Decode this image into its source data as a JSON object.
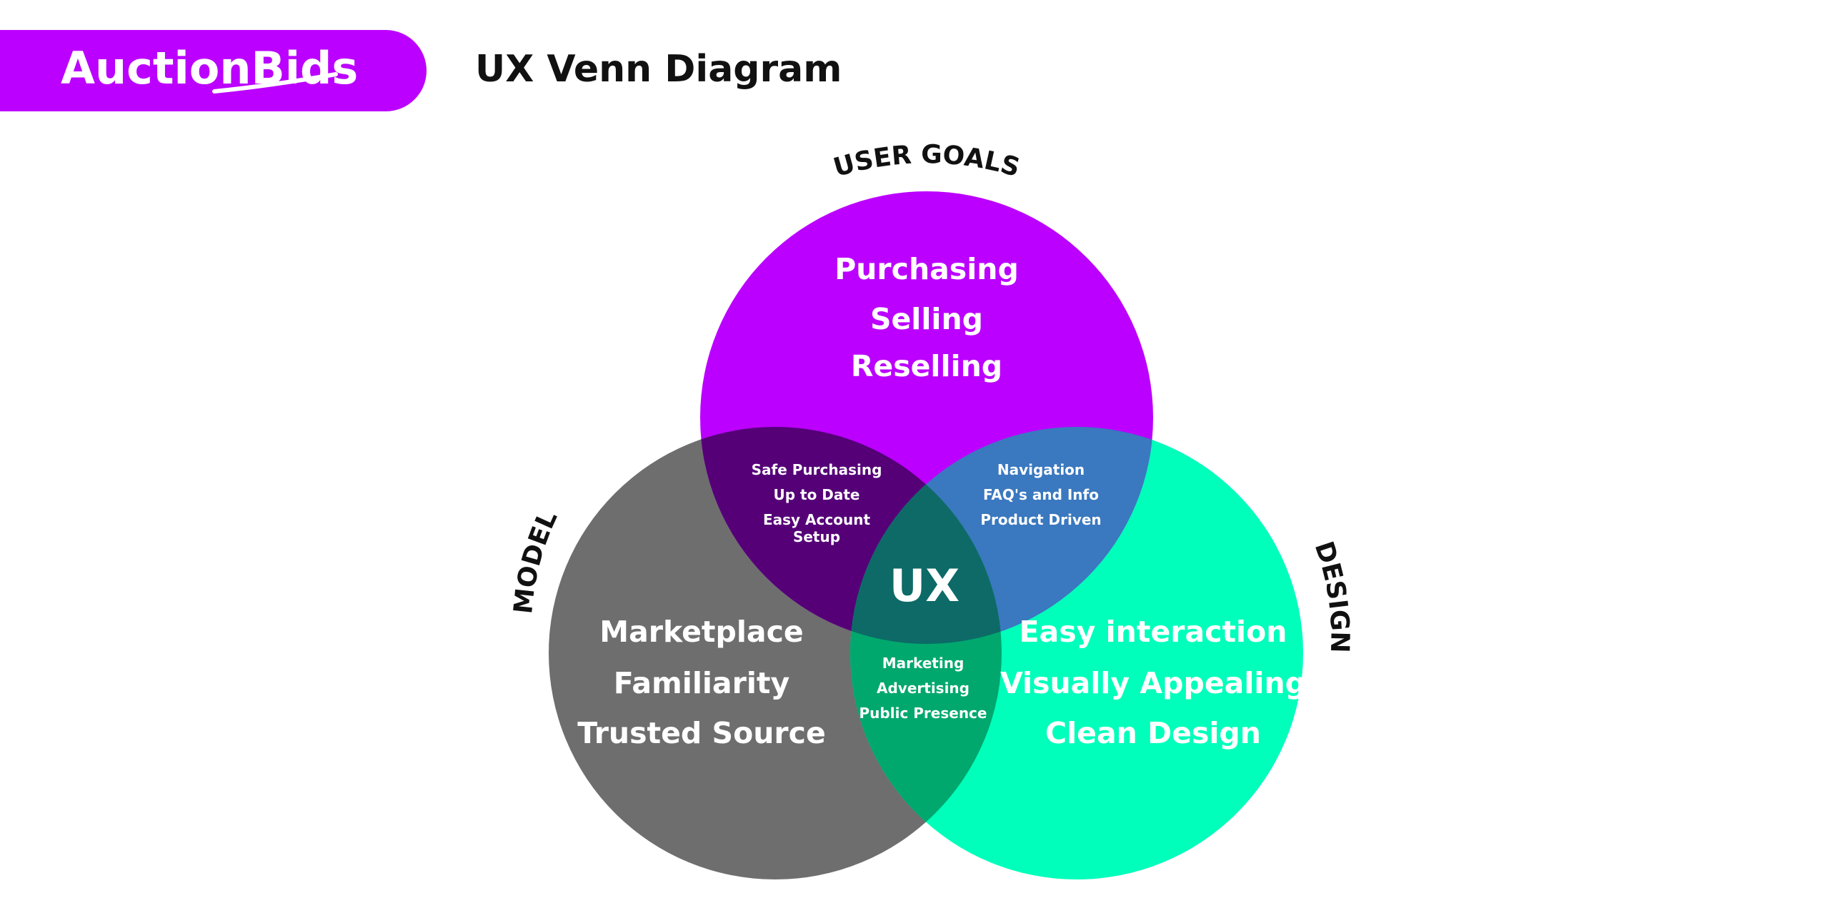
{
  "header": {
    "brand_name": "AuctionBids",
    "page_title": "UX Venn Diagram"
  },
  "colors": {
    "brand": "#bb00ff",
    "user_goals": "#bb00ff",
    "model": "#6e6e6e",
    "design": "#00ffbb",
    "overlap_user_model": "#550077",
    "overlap_user_design": "#3a78bf",
    "overlap_model_design": "#00a86e",
    "overlap_center": "#0d6a67"
  },
  "venn": {
    "user_goals": {
      "label": "USER GOALS",
      "items": [
        "Purchasing",
        "Selling",
        "Reselling"
      ]
    },
    "model": {
      "label": "MODEL",
      "items": [
        "Marketplace",
        "Familiarity",
        "Trusted Source"
      ]
    },
    "design": {
      "label": "DESIGN",
      "items": [
        "Easy interaction",
        "Visually Appealing",
        "Clean Design"
      ]
    },
    "user_model": {
      "items": [
        "Safe Purchasing",
        "Up to Date",
        "Easy Account",
        "Setup"
      ]
    },
    "user_design": {
      "items": [
        "Navigation",
        "FAQ's and Info",
        "Product Driven"
      ]
    },
    "model_design": {
      "items": [
        "Marketing",
        "Advertising",
        "Public Presence"
      ]
    },
    "center": {
      "label": "UX"
    }
  }
}
